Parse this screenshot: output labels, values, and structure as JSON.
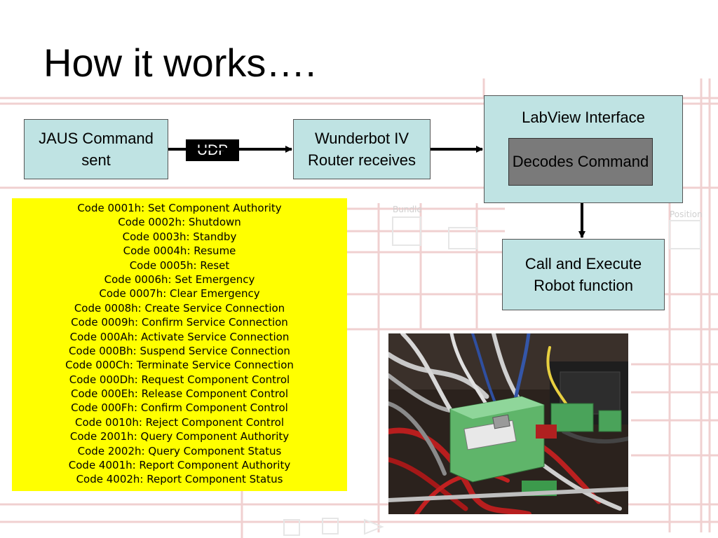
{
  "title": "How it works….",
  "flow": {
    "jaus_box": "JAUS Command sent",
    "udp_label": "UDP",
    "router_box": "Wunderbot IV Router receives",
    "labview_title": "LabView Interface",
    "decodes_box": "Decodes Command",
    "call_box": "Call and Execute Robot function"
  },
  "codes": [
    "Code 0001h: Set Component Authority",
    "Code 0002h: Shutdown",
    "Code 0003h: Standby",
    "Code 0004h: Resume",
    "Code 0005h: Reset",
    "Code 0006h: Set Emergency",
    "Code 0007h: Clear Emergency",
    "Code 0008h: Create Service Connection",
    "Code 0009h: Confirm Service Connection",
    "Code 000Ah: Activate Service Connection",
    "Code 000Bh: Suspend Service Connection",
    "Code 000Ch: Terminate Service Connection",
    "Code 000Dh: Request Component Control",
    "Code 000Eh: Release Component Control",
    "Code 000Fh: Confirm Component Control",
    "Code 0010h: Reject Component Control",
    "Code 2001h: Query Component Authority",
    "Code 2002h: Query Component Status",
    "Code 4001h: Report Component Authority",
    "Code 4002h: Report Component Status"
  ],
  "background_labels": {
    "bundle": "Bundle",
    "position": "Position"
  },
  "colors": {
    "box_fill": "#bfe3e3",
    "decodes_fill": "#7a7a7a",
    "codes_fill": "#ffff00",
    "udp_fill": "#000000",
    "wire_faint": "#f2d5d5"
  }
}
